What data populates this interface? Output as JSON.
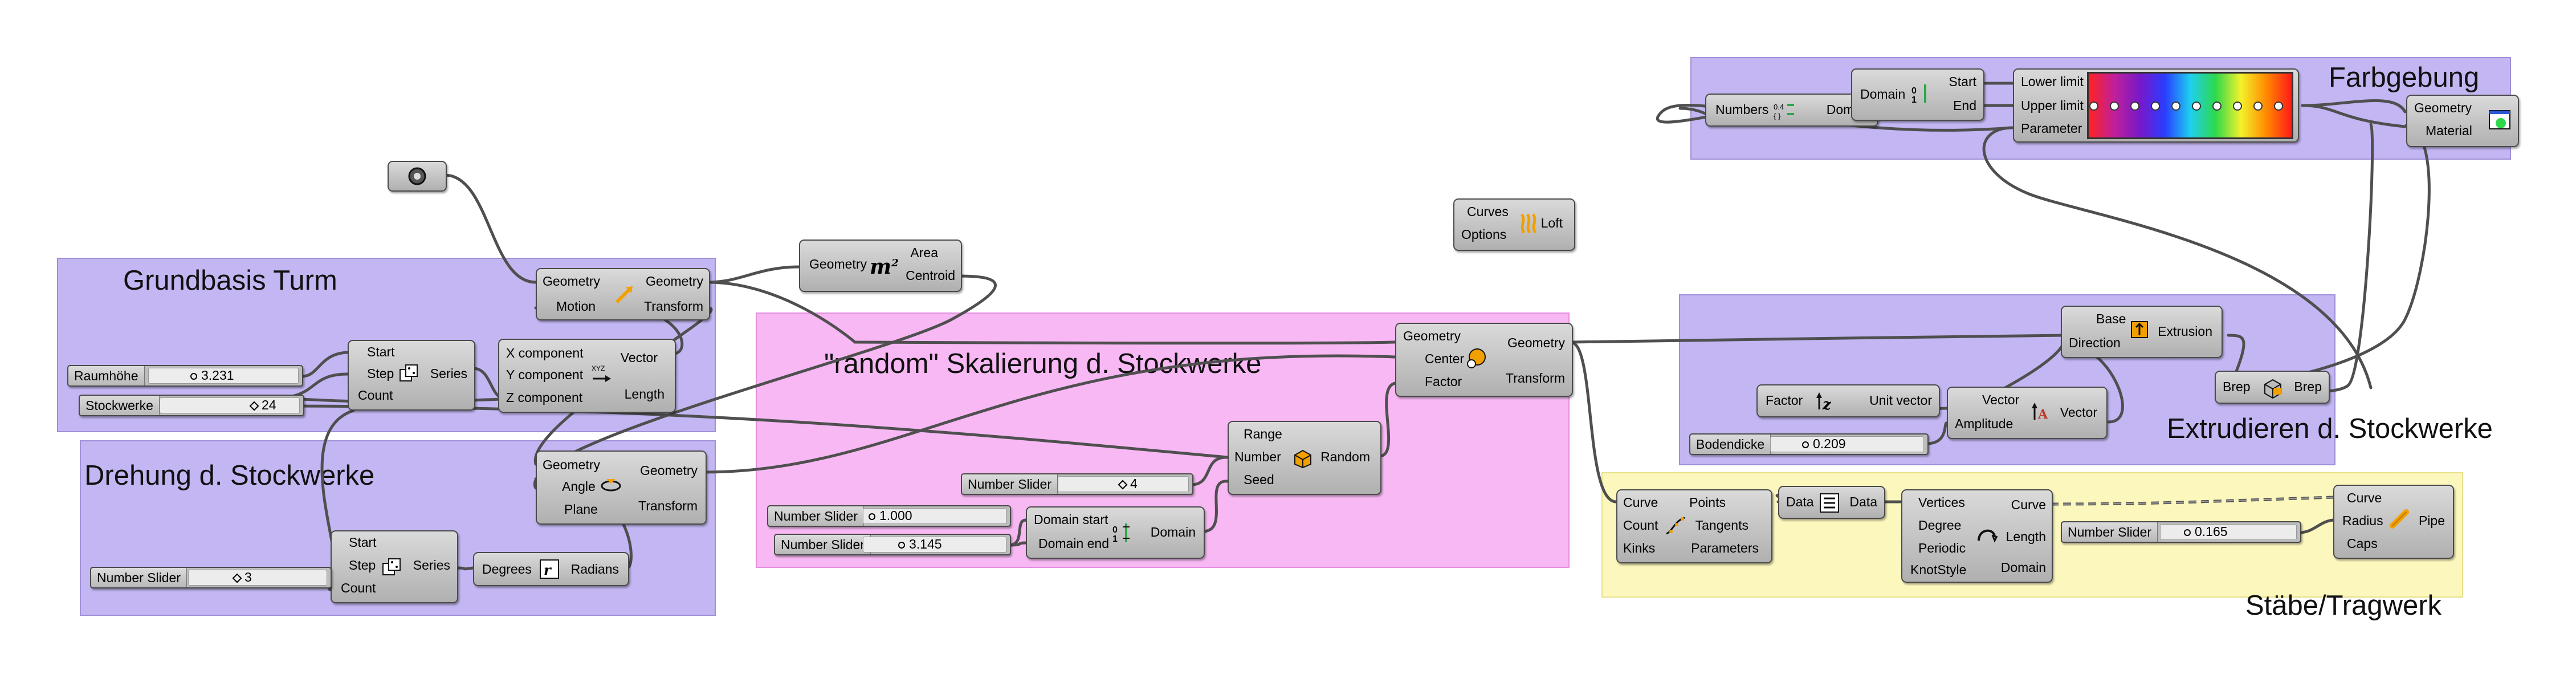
{
  "groups": {
    "grundbasis": "Grundbasis Turm",
    "drehung": "Drehung d. Stockwerke",
    "random": "\"random\" Skalierung d. Stockwerke",
    "farbgebung": "Farbgebung",
    "extrudieren": "Extrudieren d. Stockwerke",
    "staebe": "Stäbe/Tragwerk"
  },
  "sliders": {
    "raumhoehe": {
      "label": "Raumhöhe",
      "value": "3.231"
    },
    "stockwerke": {
      "label": "Stockwerke",
      "value": "24"
    },
    "drehung_count": {
      "label": "Number Slider",
      "value": "3"
    },
    "random_seed": {
      "label": "Number Slider",
      "value": "4"
    },
    "domain_start": {
      "label": "Number Slider",
      "value": "1.000"
    },
    "domain_end": {
      "label": "Number Slider",
      "value": "3.145"
    },
    "bodendicke": {
      "label": "Bodendicke",
      "value": "0.209"
    },
    "pipe_radius": {
      "label": "Number Slider",
      "value": "0.165"
    }
  },
  "components": {
    "move": {
      "in": [
        "Geometry",
        "Motion"
      ],
      "out": [
        "Geometry",
        "Transform"
      ]
    },
    "series1": {
      "in": [
        "Start",
        "Step",
        "Count"
      ],
      "out": [
        "Series"
      ]
    },
    "vector_xyz": {
      "in": [
        "X component",
        "Y component",
        "Z component"
      ],
      "out": [
        "Vector",
        "Length"
      ]
    },
    "area": {
      "in": [
        "Geometry"
      ],
      "out": [
        "Area",
        "Centroid"
      ]
    },
    "rotate": {
      "in": [
        "Geometry",
        "Angle",
        "Plane"
      ],
      "out": [
        "Geometry",
        "Transform"
      ]
    },
    "series2": {
      "in": [
        "Start",
        "Step",
        "Count"
      ],
      "out": [
        "Series"
      ]
    },
    "radians": {
      "in": [
        "Degrees"
      ],
      "out": [
        "Radians"
      ]
    },
    "random": {
      "in": [
        "Range",
        "Number",
        "Seed"
      ],
      "out": [
        "Random"
      ]
    },
    "domain2": {
      "in": [
        "Domain start",
        "Domain end"
      ],
      "out": [
        "Domain"
      ]
    },
    "scale": {
      "in": [
        "Geometry",
        "Center",
        "Factor"
      ],
      "out": [
        "Geometry",
        "Transform"
      ]
    },
    "loft": {
      "in": [
        "Curves",
        "Options"
      ],
      "out": [
        "Loft"
      ]
    },
    "bounds": {
      "in": [
        "Numbers"
      ],
      "out": [
        "Domain"
      ]
    },
    "deconstruct_domain": {
      "in": [
        "Domain"
      ],
      "out": [
        "Start",
        "End"
      ]
    },
    "gradient": {
      "in": [
        "Lower limit",
        "Upper limit",
        "Parameter"
      ]
    },
    "preview": {
      "in": [
        "Geometry",
        "Material"
      ]
    },
    "extrusion": {
      "in": [
        "Base",
        "Direction"
      ],
      "out": [
        "Extrusion"
      ]
    },
    "unit_z": {
      "in": [
        "Factor"
      ],
      "out": [
        "Unit vector"
      ]
    },
    "amplitude": {
      "in": [
        "Vector",
        "Amplitude"
      ],
      "out": [
        "Vector"
      ]
    },
    "brep": {
      "in": [
        "Brep"
      ],
      "out": [
        "Brep"
      ]
    },
    "divide": {
      "in": [
        "Curve",
        "Count",
        "Kinks"
      ],
      "out": [
        "Points",
        "Tangents",
        "Parameters"
      ]
    },
    "flatten": {
      "in": [
        "Data"
      ],
      "out": [
        "Data"
      ]
    },
    "nurbs": {
      "in": [
        "Vertices",
        "Degree",
        "Periodic",
        "KnotStyle"
      ],
      "out": [
        "Curve",
        "Length",
        "Domain"
      ]
    },
    "pipe": {
      "in": [
        "Curve",
        "Radius",
        "Caps"
      ],
      "out": [
        "Pipe"
      ]
    }
  },
  "icons": {
    "camera": "camera-icon",
    "area": "m2",
    "move": "move-arrow-icon",
    "series": "dice-series-icon",
    "vector": "xyz-vector-icon",
    "rotate": "rotate-icon",
    "radians": "radians-icon",
    "random": "random-box-icon",
    "domain": "domain-icon",
    "scale": "scale-icon",
    "loft": "loft-icon",
    "extrusion": "extrusion-icon",
    "unit_z": "unit-z-icon",
    "amplitude": "amplitude-icon",
    "brep": "brep-icon",
    "divide": "divide-curve-icon",
    "flatten": "flatten-icon",
    "nurbs": "nurbs-curve-icon",
    "pipe": "pipe-icon",
    "preview": "custom-preview-icon"
  },
  "colors": {
    "group_purple": "#c3b6f2",
    "group_pink": "#f7b8f3",
    "group_yellow": "#fbf7bd",
    "component_fill": "#c6c6c6",
    "wire": "#4f4f4f"
  }
}
